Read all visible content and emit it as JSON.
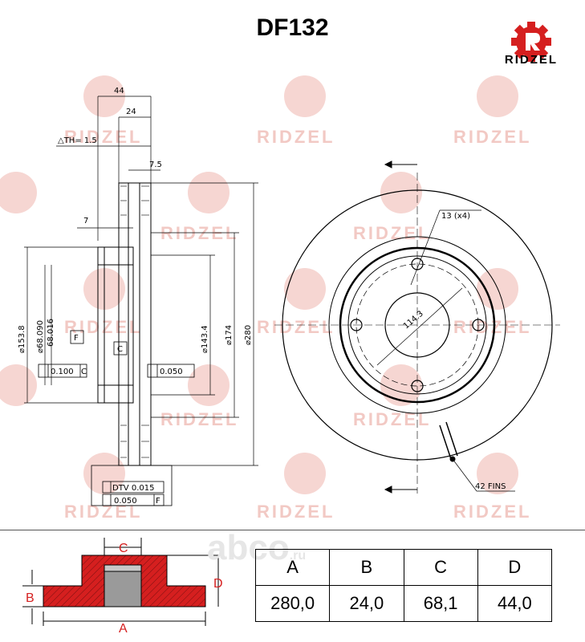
{
  "header": {
    "part_code": "DF132",
    "brand": "RIDZEL"
  },
  "watermark": {
    "text": "RIDZEL",
    "site": "abco",
    "site_suffix": ".ru"
  },
  "drawing_labels": {
    "dim_44": "44",
    "dim_24": "24",
    "th": "△TH= 1.5",
    "dim_7_5": "7.5",
    "dim_7": "7",
    "d_153_8": "⌀153.8",
    "d_68_090": "⌀68.090",
    "d_68_016": "68.016",
    "d_143_4": "⌀143.4",
    "d_174": "⌀174",
    "d_280": "⌀280",
    "datum_f": "F",
    "datum_c": "C",
    "tol_left": "0.100",
    "tol_left_ref": "C",
    "tol_right": "0.050",
    "dtv": "DTV 0.015",
    "runout": "0.050",
    "runout_ref": "F",
    "holes": "13 (x4)",
    "pcd": "114.3",
    "fins": "42 FINS"
  },
  "schematic_labels": {
    "a": "A",
    "b": "B",
    "c": "C",
    "d": "D"
  },
  "specs": {
    "headers": [
      "A",
      "B",
      "C",
      "D"
    ],
    "values": [
      "280,0",
      "24,0",
      "68,1",
      "44,0"
    ]
  },
  "colors": {
    "accent": "#d51f1f",
    "watermark": "#f2c9c4",
    "line": "#000000"
  }
}
